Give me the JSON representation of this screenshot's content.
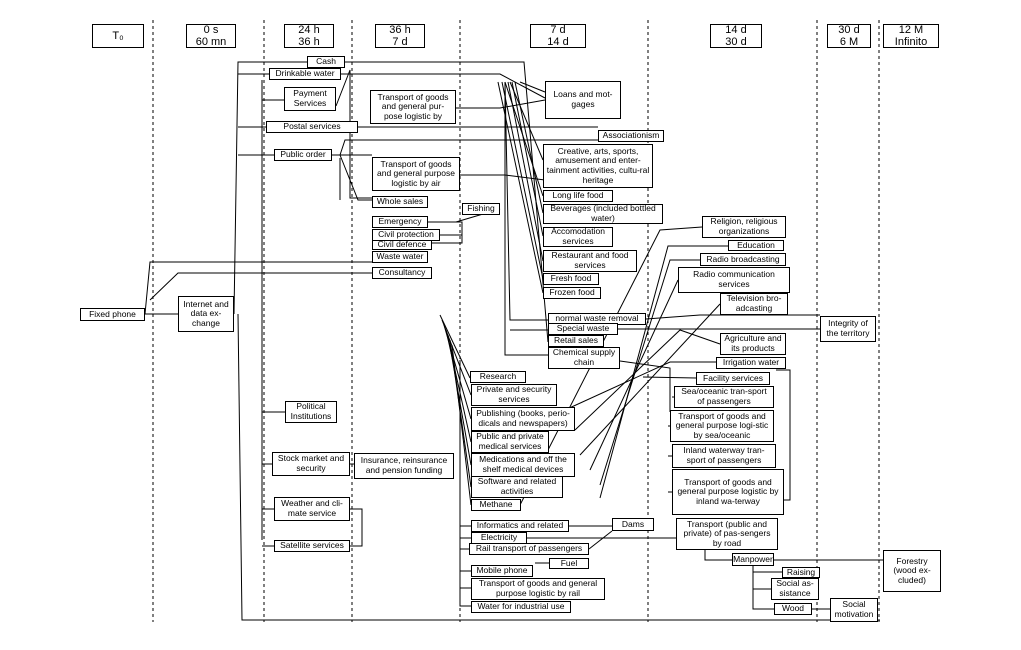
{
  "headers": [
    {
      "id": "t0",
      "lines": [
        "T₀"
      ]
    },
    {
      "id": "h0",
      "lines": [
        "0 s",
        "60 mn"
      ]
    },
    {
      "id": "h24",
      "lines": [
        "24 h",
        "36 h"
      ]
    },
    {
      "id": "h36",
      "lines": [
        "36 h",
        "7 d"
      ]
    },
    {
      "id": "d7",
      "lines": [
        "7 d",
        "14 d"
      ]
    },
    {
      "id": "d14",
      "lines": [
        "14 d",
        "30 d"
      ]
    },
    {
      "id": "d30",
      "lines": [
        "30 d",
        "6 M"
      ]
    },
    {
      "id": "m12",
      "lines": [
        "12 M",
        "Infinito"
      ]
    }
  ],
  "nodes": [
    {
      "id": "fixed_phone",
      "label": "Fixed phone"
    },
    {
      "id": "internet",
      "label": "Internet and data ex-change"
    },
    {
      "id": "cash",
      "label": "Cash"
    },
    {
      "id": "drinkable_water",
      "label": "Drinkable water"
    },
    {
      "id": "payment",
      "label": "Payment Services"
    },
    {
      "id": "postal",
      "label": "Postal services"
    },
    {
      "id": "public_order",
      "label": "Public order"
    },
    {
      "id": "political",
      "label": "Political Institutions"
    },
    {
      "id": "stock_market",
      "label": "Stock market and security"
    },
    {
      "id": "weather",
      "label": "Weather and cli-mate service"
    },
    {
      "id": "satellite",
      "label": "Satellite services"
    },
    {
      "id": "transport_goods_1",
      "label": "Transport of goods and general pur-pose logistic by"
    },
    {
      "id": "transport_air",
      "label": "Transport of goods and general purpose logistic by air"
    },
    {
      "id": "whole_sales",
      "label": "Whole sales"
    },
    {
      "id": "emergency",
      "label": "Emergency"
    },
    {
      "id": "civil_protection",
      "label": "Civil protection"
    },
    {
      "id": "civil_defence",
      "label": "Civil defence"
    },
    {
      "id": "waste_water",
      "label": "Waste water"
    },
    {
      "id": "consultancy",
      "label": "Consultancy"
    },
    {
      "id": "fishing",
      "label": "Fishing"
    },
    {
      "id": "insurance",
      "label": "Insurance, reinsurance and pension funding"
    },
    {
      "id": "loans",
      "label": "Loans and mot-gages"
    },
    {
      "id": "associationism",
      "label": "Associationism"
    },
    {
      "id": "creative",
      "label": "Creative, arts, sports, amusement and enter-tainment activities, cultu-ral heritage"
    },
    {
      "id": "long_life_food",
      "label": "Long life food"
    },
    {
      "id": "beverages",
      "label": "Beverages (included bottled water)"
    },
    {
      "id": "accomodation",
      "label": "Accomodation services"
    },
    {
      "id": "restaurant",
      "label": "Restaurant and food services"
    },
    {
      "id": "fresh_food",
      "label": "Fresh food"
    },
    {
      "id": "frozen_food",
      "label": "Frozen food"
    },
    {
      "id": "normal_waste",
      "label": "normal waste removal"
    },
    {
      "id": "special_waste",
      "label": "Special waste"
    },
    {
      "id": "retail_sales",
      "label": "Retail sales"
    },
    {
      "id": "chemical_supply",
      "label": "Chemical supply chain"
    },
    {
      "id": "research",
      "label": "Research"
    },
    {
      "id": "private_security",
      "label": "Private and security services"
    },
    {
      "id": "publishing",
      "label": "Publishing (books, perio-dicals and newspapers)"
    },
    {
      "id": "medical",
      "label": "Public and private medical services"
    },
    {
      "id": "medications",
      "label": "Medications and off the shelf medical devices"
    },
    {
      "id": "software",
      "label": "Software and related activities"
    },
    {
      "id": "methane",
      "label": "Methane"
    },
    {
      "id": "informatics",
      "label": "Informatics and related"
    },
    {
      "id": "electricity",
      "label": "Electricity"
    },
    {
      "id": "dams",
      "label": "Dams"
    },
    {
      "id": "rail_passengers",
      "label": "Rail transport of passengers"
    },
    {
      "id": "fuel",
      "label": "Fuel"
    },
    {
      "id": "mobile_phone",
      "label": "Mobile phone"
    },
    {
      "id": "rail_goods",
      "label": "Transport of goods and general purpose logistic by rail"
    },
    {
      "id": "water_industrial",
      "label": "Water for industrial use"
    },
    {
      "id": "religion",
      "label": "Religion, religious organizations"
    },
    {
      "id": "education",
      "label": "Education"
    },
    {
      "id": "radio_broadcasting",
      "label": "Radio broadcasting"
    },
    {
      "id": "radio_communication",
      "label": "Radio communication services"
    },
    {
      "id": "television",
      "label": "Television bro-adcasting"
    },
    {
      "id": "agriculture",
      "label": "Agriculture and its products"
    },
    {
      "id": "irrigation",
      "label": "Irrigation water"
    },
    {
      "id": "facility",
      "label": "Facility services"
    },
    {
      "id": "sea_passengers",
      "label": "Sea/oceanic tran-sport of passengers"
    },
    {
      "id": "sea_goods",
      "label": "Transport of goods and general purpose logi-stic by sea/oceanic"
    },
    {
      "id": "inland_passengers",
      "label": "Inland waterway tran-sport of passengers"
    },
    {
      "id": "inland_goods",
      "label": "Transport of goods and general purpose logistic by inland wa-terway"
    },
    {
      "id": "road_passengers",
      "label": "Transport (public and private) of pas-sengers by road"
    },
    {
      "id": "manpower",
      "label": "Manpower"
    },
    {
      "id": "raising",
      "label": "Raising"
    },
    {
      "id": "social_assistance",
      "label": "Social as-sistance"
    },
    {
      "id": "wood",
      "label": "Wood"
    },
    {
      "id": "integrity",
      "label": "Integrity of the territory"
    },
    {
      "id": "social_motivation",
      "label": "Social motivation"
    },
    {
      "id": "forestry",
      "label": "Forestry (wood ex-cluded)"
    }
  ]
}
